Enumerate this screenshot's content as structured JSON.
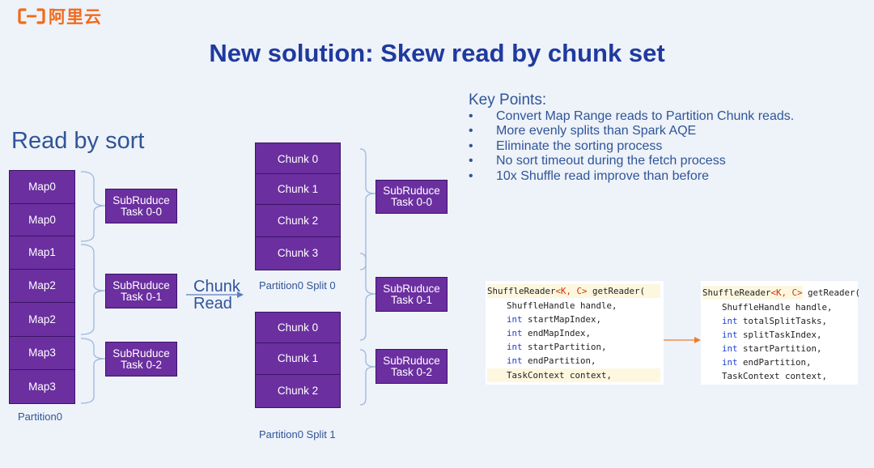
{
  "logo": {
    "text": "阿里云",
    "brand_color": "#f26a1b",
    "icon": "alibaba-cloud-logo-icon"
  },
  "title": "New solution: Skew read by chunk set",
  "left_section": {
    "heading": "Read by sort",
    "maps": [
      "Map0",
      "Map0",
      "Map1",
      "Map2",
      "Map2",
      "Map3",
      "Map3"
    ],
    "partition_label": "Partition0",
    "tasks": [
      "SubRuduce\nTask 0-0",
      "SubRuduce\nTask 0-1",
      "SubRuduce\nTask 0-2"
    ]
  },
  "arrow_label": "Chunk\nRead",
  "middle_section": {
    "split0": {
      "chunks": [
        "Chunk 0",
        "Chunk 1",
        "Chunk 2",
        "Chunk 3"
      ],
      "label": "Partition0 Split 0"
    },
    "split1": {
      "chunks": [
        "Chunk 0",
        "Chunk 1",
        "Chunk 2"
      ],
      "label": "Partition0 Split 1"
    },
    "tasks": [
      "SubRuduce\nTask 0-0",
      "SubRuduce\nTask 0-1",
      "SubRuduce\nTask 0-2"
    ]
  },
  "key_points": {
    "title": "Key Points:",
    "items": [
      "Convert Map Range reads to Partition Chunk reads.",
      "More evenly splits than Spark AQE",
      "Eliminate the sorting process",
      "No sort timeout during the fetch process",
      "10x  Shuffle read improve than before"
    ]
  },
  "code": {
    "before": {
      "signature": {
        "type": "ShuffleReader",
        "generics": "<K, C>",
        "method": " getReader("
      },
      "params": [
        {
          "kw": "",
          "text": "ShuffleHandle handle,"
        },
        {
          "kw": "int",
          "text": " startMapIndex,"
        },
        {
          "kw": "int",
          "text": " endMapIndex,"
        },
        {
          "kw": "int",
          "text": " startPartition,"
        },
        {
          "kw": "int",
          "text": " endPartition,"
        },
        {
          "kw": "",
          "text": "TaskContext context,"
        }
      ]
    },
    "after": {
      "signature": {
        "type": "ShuffleReader",
        "generics": "<K, C>",
        "method": " getReader("
      },
      "params": [
        {
          "kw": "",
          "text": "ShuffleHandle handle,"
        },
        {
          "kw": "int",
          "text": " totalSplitTasks,"
        },
        {
          "kw": "int",
          "text": " splitTaskIndex,"
        },
        {
          "kw": "int",
          "text": " startPartition,"
        },
        {
          "kw": "int",
          "text": " endPartition,"
        },
        {
          "kw": "",
          "text": "TaskContext context,"
        }
      ]
    }
  },
  "colors": {
    "box_fill": "#6b2fa0",
    "title": "#1f3a9e",
    "text_blue": "#2f5597",
    "bracket": "#9fb7dc",
    "arrow_orange": "#f07b2a"
  }
}
